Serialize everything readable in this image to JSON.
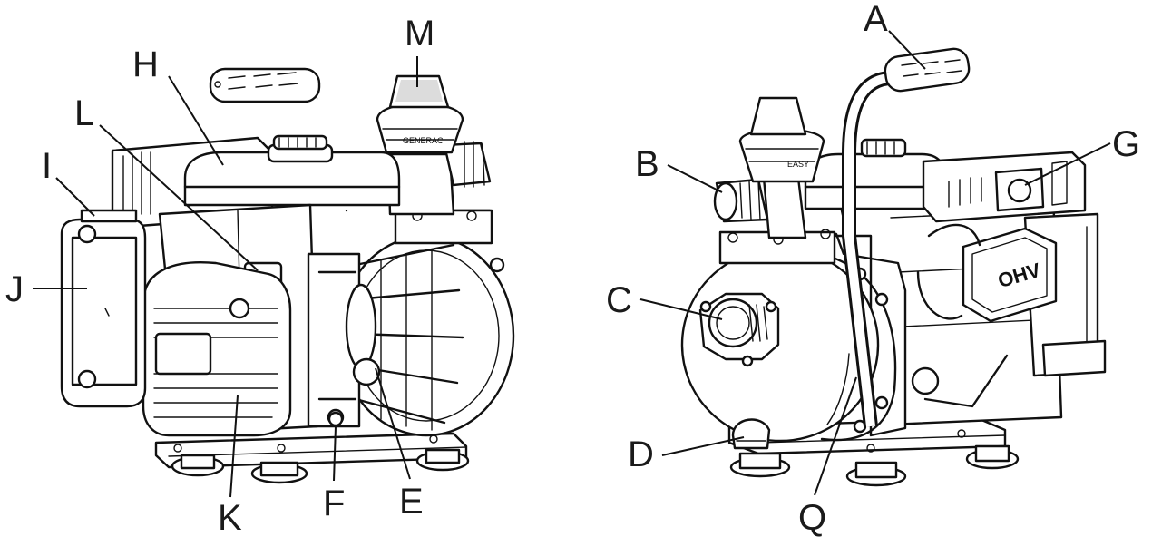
{
  "labels": {
    "M": "M",
    "H": "H",
    "L": "L",
    "I": "I",
    "J": "J",
    "K": "K",
    "F": "F",
    "E": "E",
    "A": "A",
    "B": "B",
    "G": "G",
    "C": "C",
    "D": "D",
    "Q": "Q"
  },
  "engine_cover_text": "OHV",
  "pump_body_text_left": "GENERAC",
  "pump_body_text_right": "EASY"
}
